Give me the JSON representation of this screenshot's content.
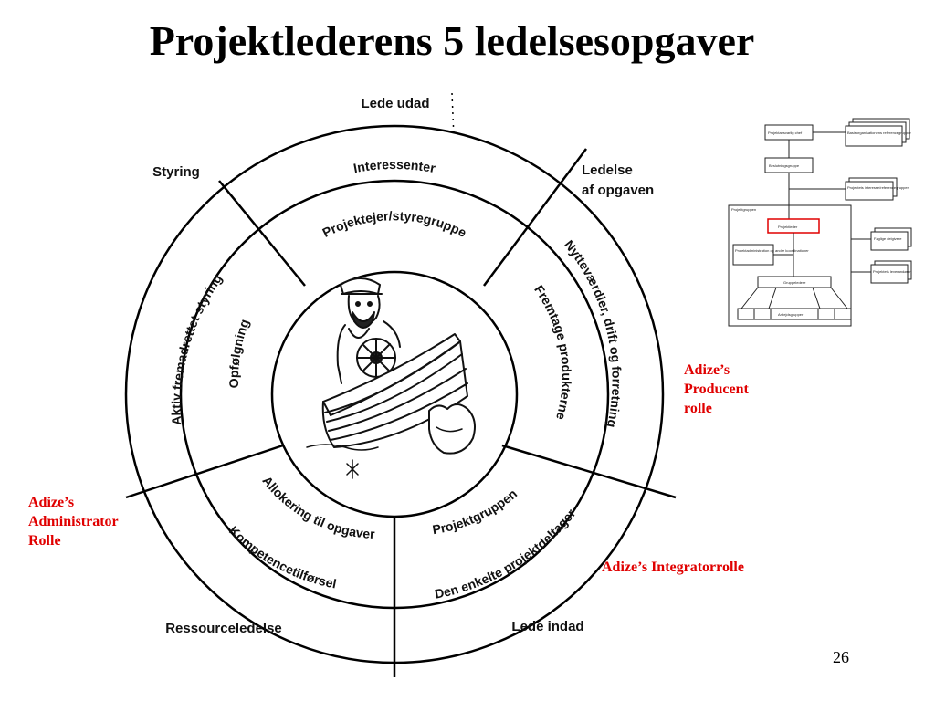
{
  "title": "Projektlederens 5 ledelsesopgaver",
  "wheel": {
    "outer_labels": {
      "lede_udad": "Lede udad",
      "styring": "Styring",
      "ledelse_line1": "Ledelse",
      "ledelse_line2": "af opgaven",
      "ressourceledelse": "Ressourceledelse",
      "lede_indad": "Lede indad"
    },
    "outer_ring": {
      "interessenter": "Interessenter",
      "aktiv_styring": "Aktiv fremadrettet styring",
      "nyttevaerdier": "Nytteværdier, drift og forretning",
      "kompetence": "Kompetencetilførsel",
      "den_enkelte": "Den enkelte projektdeltager"
    },
    "inner_ring": {
      "projektejer": "Projektejer/styregruppe",
      "opfoelgning": "Opfølgning",
      "fremtage": "Fremtage produkterne",
      "allokering": "Allokering til opgaver",
      "projektgruppen": "Projektgruppen"
    }
  },
  "org_chart": {
    "boxes": {
      "projektansvarlig": "Projektansvarlig chef",
      "basisorganisation": "Basisorganisationens referencegrupper",
      "beslutningsgruppe": "Beslutningsgruppe",
      "projektets_grupper": "Projektets interesse/referencegrupper",
      "projektgruppen_label": "Projektgruppen",
      "projektleder": "Projektleder",
      "projektadmin": "Projektadministration og andre koordinationer",
      "faglige": "Faglige delgivere",
      "projektets_leverandoerer": "Projektets leverandører",
      "gruppeledere": "Gruppeledere",
      "arbejdsgrupper": "Arbejdsgrupper"
    }
  },
  "notes": {
    "producent": [
      "Adize’s",
      "Producent",
      "rolle"
    ],
    "administrator": [
      "Adize’s",
      "Administrator",
      "Rolle"
    ],
    "integrator": "Adize’s Integratorrolle"
  },
  "page_number": "26",
  "colors": {
    "note_red": "#e00000",
    "org_highlight": "#e00000",
    "line": "#000000"
  }
}
